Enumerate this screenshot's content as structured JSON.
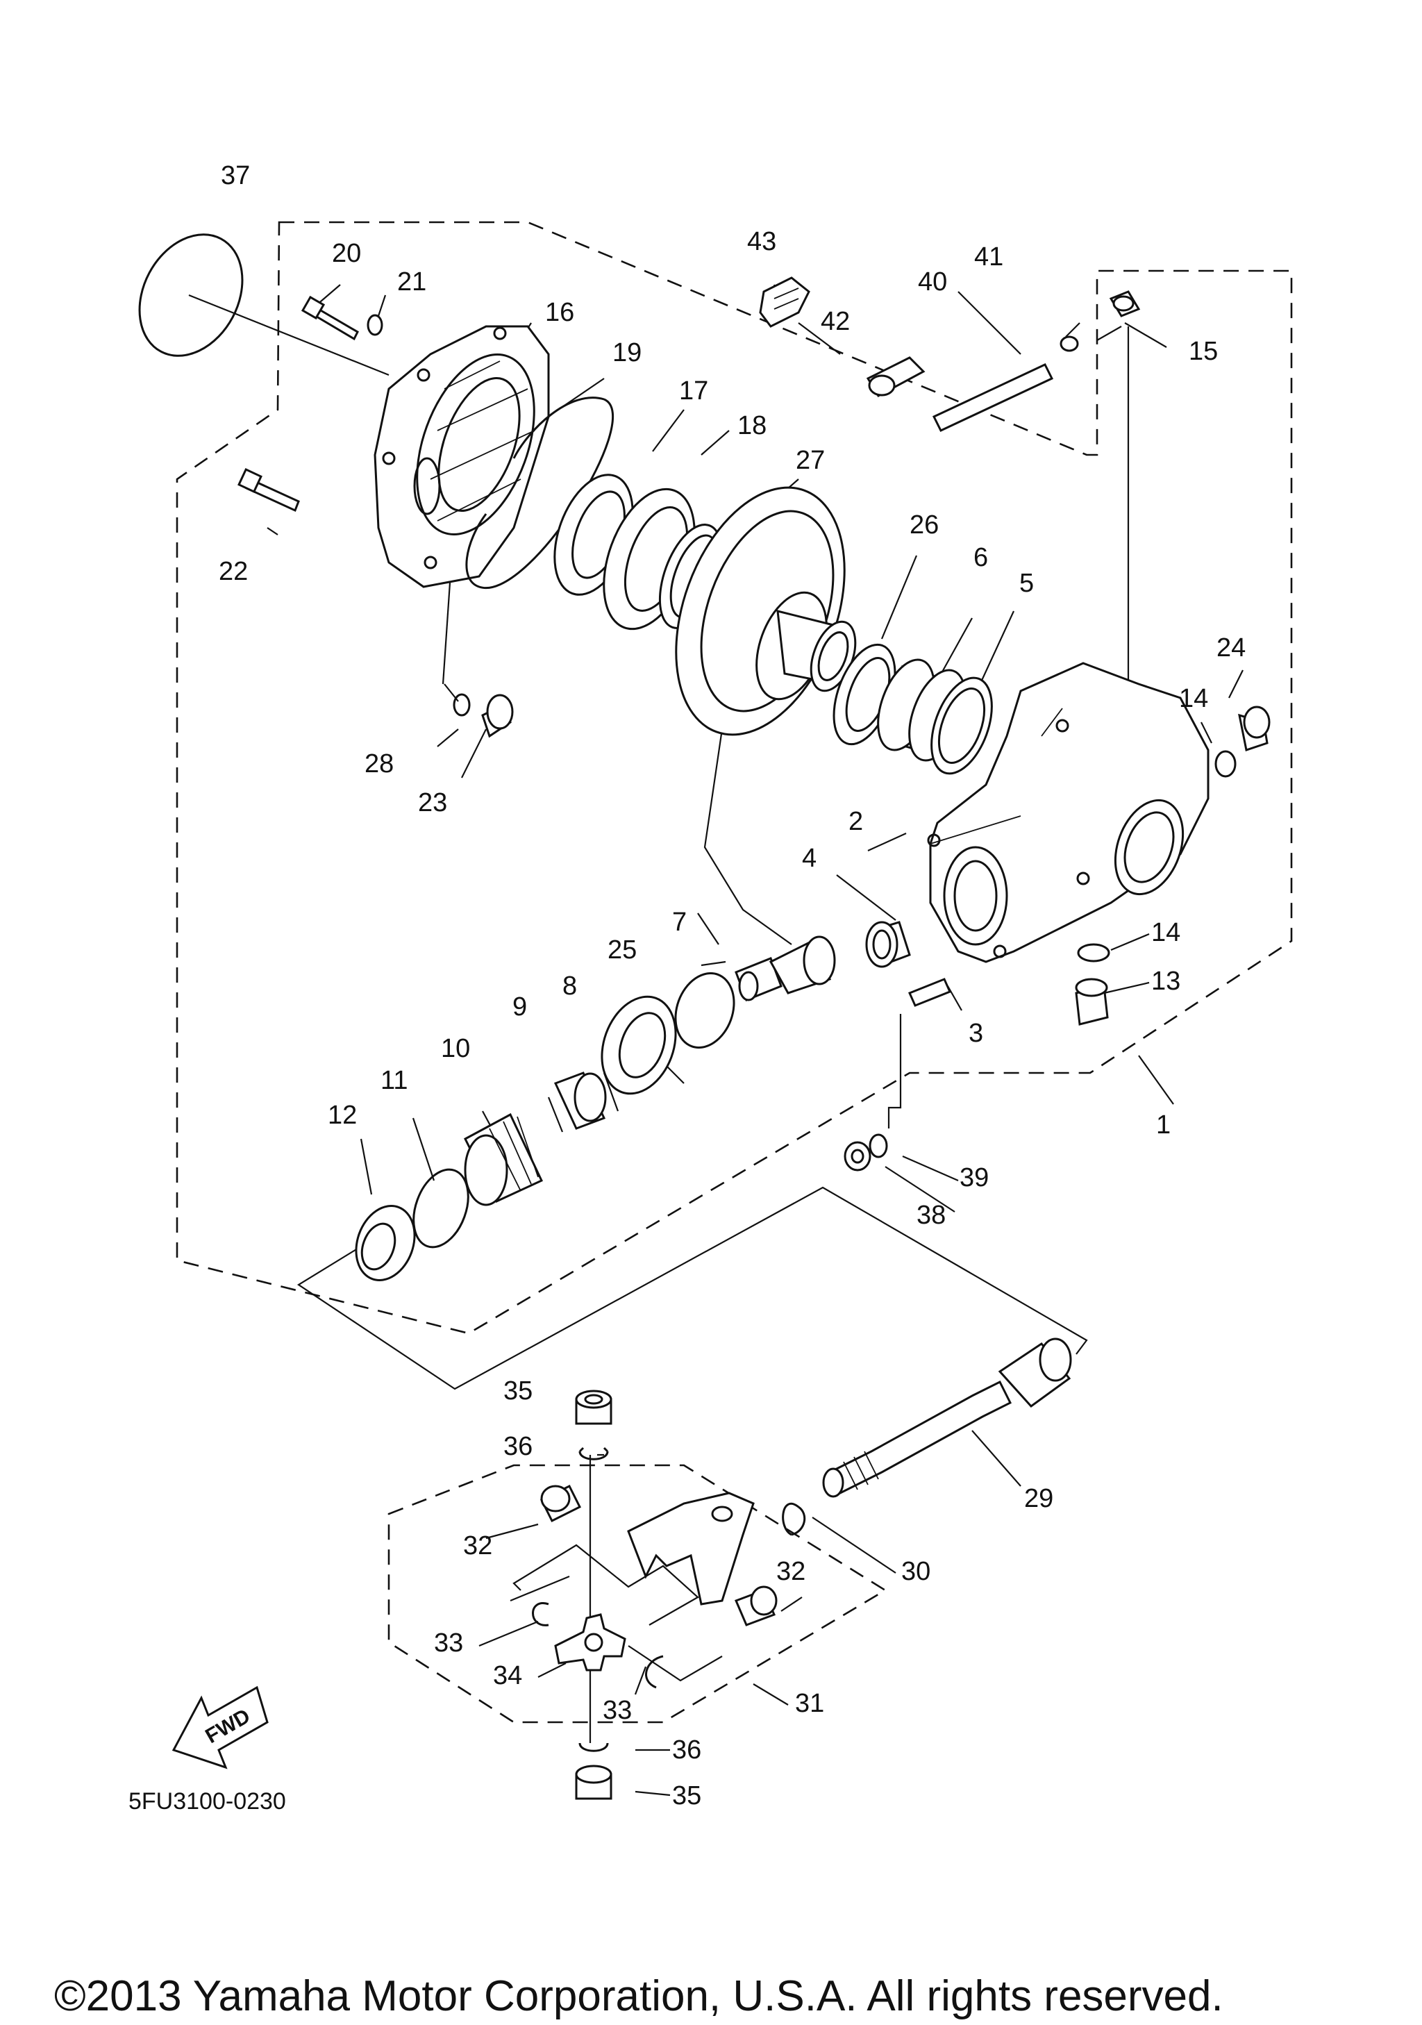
{
  "diagram": {
    "callouts": [
      {
        "id": "c37",
        "label": "37"
      },
      {
        "id": "c20",
        "label": "20"
      },
      {
        "id": "c21",
        "label": "21"
      },
      {
        "id": "c16",
        "label": "16"
      },
      {
        "id": "c43",
        "label": "43"
      },
      {
        "id": "c42",
        "label": "42"
      },
      {
        "id": "c40",
        "label": "40"
      },
      {
        "id": "c41",
        "label": "41"
      },
      {
        "id": "c15",
        "label": "15"
      },
      {
        "id": "c19",
        "label": "19"
      },
      {
        "id": "c17",
        "label": "17"
      },
      {
        "id": "c18",
        "label": "18"
      },
      {
        "id": "c27",
        "label": "27"
      },
      {
        "id": "c22",
        "label": "22"
      },
      {
        "id": "c26",
        "label": "26"
      },
      {
        "id": "c6",
        "label": "6"
      },
      {
        "id": "c5",
        "label": "5"
      },
      {
        "id": "c24",
        "label": "24"
      },
      {
        "id": "c14a",
        "label": "14"
      },
      {
        "id": "c28",
        "label": "28"
      },
      {
        "id": "c23",
        "label": "23"
      },
      {
        "id": "c2",
        "label": "2"
      },
      {
        "id": "c4",
        "label": "4"
      },
      {
        "id": "c7",
        "label": "7"
      },
      {
        "id": "c25",
        "label": "25"
      },
      {
        "id": "c14b",
        "label": "14"
      },
      {
        "id": "c13",
        "label": "13"
      },
      {
        "id": "c3",
        "label": "3"
      },
      {
        "id": "c9",
        "label": "9"
      },
      {
        "id": "c8",
        "label": "8"
      },
      {
        "id": "c10",
        "label": "10"
      },
      {
        "id": "c11",
        "label": "11"
      },
      {
        "id": "c12",
        "label": "12"
      },
      {
        "id": "c1",
        "label": "1"
      },
      {
        "id": "c39",
        "label": "39"
      },
      {
        "id": "c38",
        "label": "38"
      },
      {
        "id": "c35a",
        "label": "35"
      },
      {
        "id": "c36a",
        "label": "36"
      },
      {
        "id": "c29",
        "label": "29"
      },
      {
        "id": "c32a",
        "label": "32"
      },
      {
        "id": "c30",
        "label": "30"
      },
      {
        "id": "c32b",
        "label": "32"
      },
      {
        "id": "c33a",
        "label": "33"
      },
      {
        "id": "c34",
        "label": "34"
      },
      {
        "id": "c33b",
        "label": "33"
      },
      {
        "id": "c31",
        "label": "31"
      },
      {
        "id": "c36b",
        "label": "36"
      },
      {
        "id": "c35b",
        "label": "35"
      }
    ],
    "fwd_label": "FWD",
    "diagram_code": "5FU3100-0230",
    "copyright": "©2013 Yamaha Motor Corporation, U.S.A. All rights reserved."
  }
}
